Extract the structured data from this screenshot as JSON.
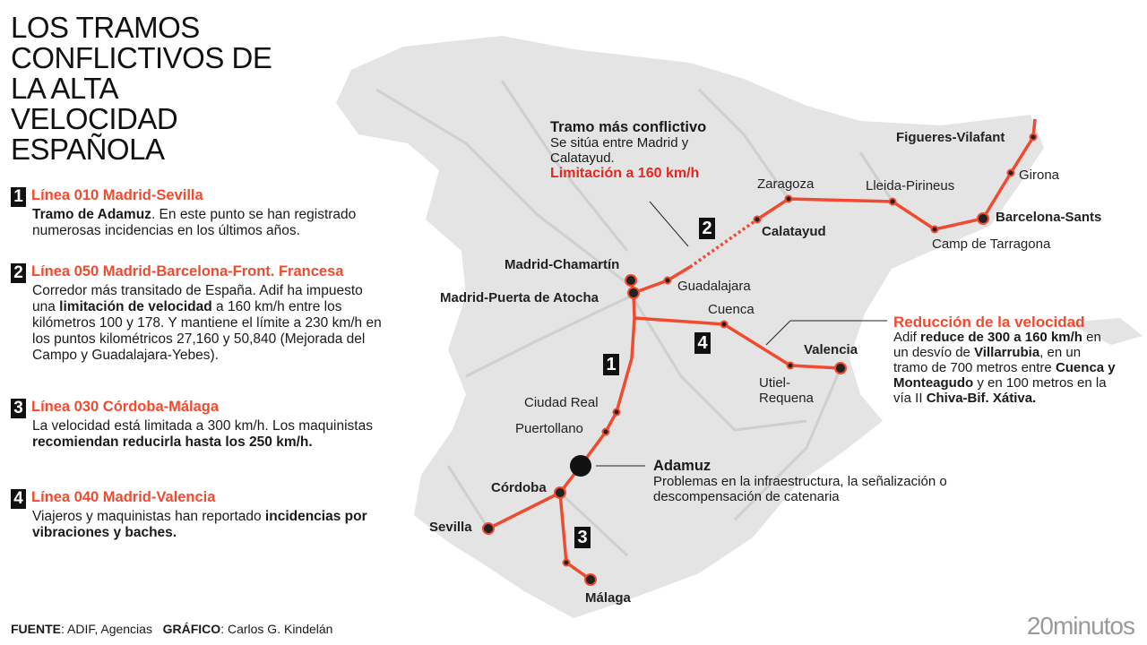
{
  "title": "LOS TRAMOS CONFLICTIVOS DE LA ALTA VELOCIDAD ESPAÑOLA",
  "colors": {
    "accent": "#f04a2f",
    "land": "#e4e4e4",
    "text": "#1a1a1a"
  },
  "sections": [
    {
      "num": "1",
      "head": "Línea 010 Madrid-Sevilla",
      "bold1": "Tramo de Adamuz",
      "text1": ". En este punto se han registrado numerosas incidencias en los últimos años."
    },
    {
      "num": "2",
      "head": "Línea 050 Madrid-Barcelona-Front. Francesa",
      "text1": "Corredor más transitado de España. Adif ha impuesto una ",
      "bold1": "limitación de velocidad",
      "text2": " a 160 km/h entre los kilómetros 100 y 178. Y mantiene el límite a 230 km/h en los puntos kilométricos 27,160 y 50,840 (Mejorada del Campo y Guadalajara-Yebes)."
    },
    {
      "num": "3",
      "head": "Línea 030 Córdoba-Málaga",
      "text1": "La velocidad está limitada a 300 km/h. Los maquinistas ",
      "bold1": "recomiendan reducirla hasta los 250 km/h."
    },
    {
      "num": "4",
      "head": "Línea 040 Madrid-Valencia",
      "text1": "Viajeros y maquinistas han reportado ",
      "bold1": "incidencias por vibraciones y baches."
    }
  ],
  "stations": {
    "figueres": "Figueres-Vilafant",
    "girona": "Girona",
    "barcelona": "Barcelona-Sants",
    "tarragona": "Camp de Tarragona",
    "lleida": "Lleida-Pirineus",
    "zaragoza": "Zaragoza",
    "calatayud": "Calatayud",
    "guadalajara": "Guadalajara",
    "chamartin": "Madrid-Chamartín",
    "atocha": "Madrid-Puerta de Atocha",
    "cuenca": "Cuenca",
    "utiel": "Utiel-Requena",
    "valencia": "Valencia",
    "ciudadreal": "Ciudad Real",
    "puertollano": "Puertollano",
    "cordoba": "Córdoba",
    "sevilla": "Sevilla",
    "malaga": "Málaga"
  },
  "callouts": {
    "tramo": {
      "head": "Tramo más conflictivo",
      "text": "Se sitúa entre Madrid y Calatayud.",
      "limit": "Limitación a 160 km/h"
    },
    "adamuz": {
      "head": "Adamuz",
      "text": "Problemas en la infraestructura, la señalización o descompensación de catenaria"
    },
    "reduccion": {
      "head": "Reducción de la velocidad",
      "t1": "Adif ",
      "b1": "reduce de 300 a 160 km/h",
      "t2": " en un desvío de ",
      "b2": "Villarrubia",
      "t3": ", en un tramo de 700 metros entre ",
      "b3": "Cuenca y Monteagudo",
      "t4": " y en 100 metros en la vía II ",
      "b4": "Chiva-Bif. Xátiva."
    }
  },
  "markers": [
    "1",
    "2",
    "3",
    "4"
  ],
  "footer": {
    "source_label": "FUENTE",
    "source": ": ADIF, Agencias",
    "graphic_label": "GRÁFICO",
    "graphic": ": Carlos G. Kindelán"
  },
  "brand": "20minutos"
}
